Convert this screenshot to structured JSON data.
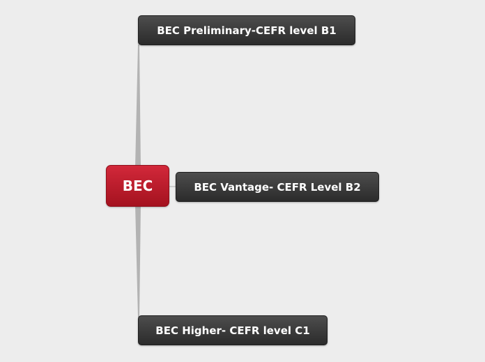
{
  "root": {
    "label": "BEC"
  },
  "children": [
    {
      "label": "BEC Preliminary-CEFR level B1"
    },
    {
      "label": "BEC Vantage- CEFR Level B2"
    },
    {
      "label": "BEC Higher- CEFR level C1"
    }
  ],
  "colors": {
    "background": "#ededed",
    "root_fill": "#c21a2c",
    "child_fill": "#3a3a3a",
    "connector": "#b3b3b3",
    "text": "#ffffff"
  }
}
